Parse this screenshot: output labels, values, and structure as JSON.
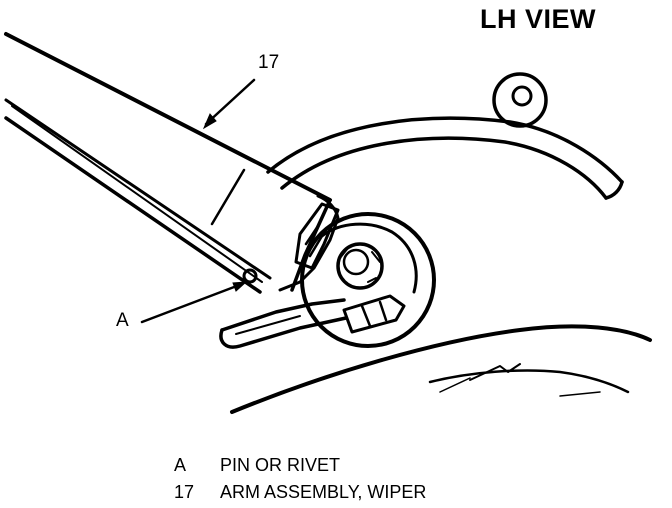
{
  "view_title": "LH VIEW",
  "callouts": {
    "arm": "17",
    "pin": "A"
  },
  "legend": [
    {
      "key": "A",
      "description": "PIN OR RIVET"
    },
    {
      "key": "17",
      "description": "ARM ASSEMBLY, WIPER"
    }
  ],
  "colors": {
    "ink": "#000000",
    "background": "#ffffff"
  }
}
